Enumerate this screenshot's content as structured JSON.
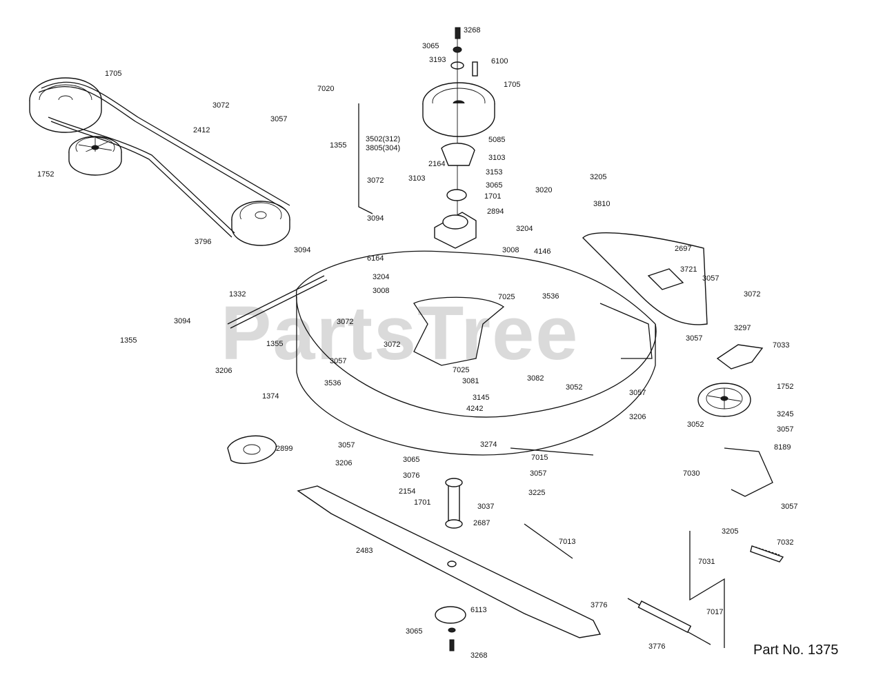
{
  "part_number": "Part No. 1375",
  "watermark": "PartsTree",
  "callouts": [
    {
      "id": "c01",
      "text": "3268"
    },
    {
      "id": "c02",
      "text": "3065"
    },
    {
      "id": "c03",
      "text": "3193"
    },
    {
      "id": "c04",
      "text": "6100"
    },
    {
      "id": "c05",
      "text": "1705"
    },
    {
      "id": "c06",
      "text": "1705"
    },
    {
      "id": "c07",
      "text": "7020"
    },
    {
      "id": "c08",
      "text": "3072"
    },
    {
      "id": "c09",
      "text": "3057"
    },
    {
      "id": "c10",
      "text": "2412"
    },
    {
      "id": "c11",
      "text": "1355"
    },
    {
      "id": "c12",
      "text": "1752"
    },
    {
      "id": "c13",
      "text": "3502(312)"
    },
    {
      "id": "c14",
      "text": "3805(304)"
    },
    {
      "id": "c15",
      "text": "5085"
    },
    {
      "id": "c16",
      "text": "3103"
    },
    {
      "id": "c17",
      "text": "2164"
    },
    {
      "id": "c18",
      "text": "3153"
    },
    {
      "id": "c19",
      "text": "3103"
    },
    {
      "id": "c20",
      "text": "3065"
    },
    {
      "id": "c21",
      "text": "1701"
    },
    {
      "id": "c22",
      "text": "3072"
    },
    {
      "id": "c23",
      "text": "2894"
    },
    {
      "id": "c24",
      "text": "3205"
    },
    {
      "id": "c25",
      "text": "3020"
    },
    {
      "id": "c26",
      "text": "3810"
    },
    {
      "id": "c27",
      "text": "3796"
    },
    {
      "id": "c28",
      "text": "3094"
    },
    {
      "id": "c29",
      "text": "3204"
    },
    {
      "id": "c30",
      "text": "3094"
    },
    {
      "id": "c31",
      "text": "6164"
    },
    {
      "id": "c32",
      "text": "3008"
    },
    {
      "id": "c33",
      "text": "4146"
    },
    {
      "id": "c34",
      "text": "2697"
    },
    {
      "id": "c35",
      "text": "3204"
    },
    {
      "id": "c36",
      "text": "3721"
    },
    {
      "id": "c37",
      "text": "3008"
    },
    {
      "id": "c38",
      "text": "7025"
    },
    {
      "id": "c39",
      "text": "3536"
    },
    {
      "id": "c40",
      "text": "3057"
    },
    {
      "id": "c41",
      "text": "1332"
    },
    {
      "id": "c42",
      "text": "3072"
    },
    {
      "id": "c43",
      "text": "3094"
    },
    {
      "id": "c44",
      "text": "3072"
    },
    {
      "id": "c45",
      "text": "1355"
    },
    {
      "id": "c46",
      "text": "3072"
    },
    {
      "id": "c47",
      "text": "3057"
    },
    {
      "id": "c48",
      "text": "1355"
    },
    {
      "id": "c49",
      "text": "3297"
    },
    {
      "id": "c50",
      "text": "3057"
    },
    {
      "id": "c51",
      "text": "7033"
    },
    {
      "id": "c52",
      "text": "3206"
    },
    {
      "id": "c53",
      "text": "7025"
    },
    {
      "id": "c54",
      "text": "3081"
    },
    {
      "id": "c55",
      "text": "3082"
    },
    {
      "id": "c56",
      "text": "3052"
    },
    {
      "id": "c57",
      "text": "1752"
    },
    {
      "id": "c58",
      "text": "3536"
    },
    {
      "id": "c59",
      "text": "3145"
    },
    {
      "id": "c60",
      "text": "3057"
    },
    {
      "id": "c61",
      "text": "1374"
    },
    {
      "id": "c62",
      "text": "4242"
    },
    {
      "id": "c63",
      "text": "3206"
    },
    {
      "id": "c64",
      "text": "3245"
    },
    {
      "id": "c65",
      "text": "3052"
    },
    {
      "id": "c66",
      "text": "3057"
    },
    {
      "id": "c67",
      "text": "3274"
    },
    {
      "id": "c68",
      "text": "8189"
    },
    {
      "id": "c69",
      "text": "2899"
    },
    {
      "id": "c70",
      "text": "3057"
    },
    {
      "id": "c71",
      "text": "3206"
    },
    {
      "id": "c72",
      "text": "3065"
    },
    {
      "id": "c73",
      "text": "7015"
    },
    {
      "id": "c74",
      "text": "7030"
    },
    {
      "id": "c75",
      "text": "3076"
    },
    {
      "id": "c76",
      "text": "3057"
    },
    {
      "id": "c77",
      "text": "2154"
    },
    {
      "id": "c78",
      "text": "3225"
    },
    {
      "id": "c79",
      "text": "1701"
    },
    {
      "id": "c80",
      "text": "3037"
    },
    {
      "id": "c81",
      "text": "3057"
    },
    {
      "id": "c82",
      "text": "2687"
    },
    {
      "id": "c83",
      "text": "3205"
    },
    {
      "id": "c84",
      "text": "7032"
    },
    {
      "id": "c85",
      "text": "7013"
    },
    {
      "id": "c86",
      "text": "2483"
    },
    {
      "id": "c87",
      "text": "7031"
    },
    {
      "id": "c88",
      "text": "6113"
    },
    {
      "id": "c89",
      "text": "3776"
    },
    {
      "id": "c90",
      "text": "7017"
    },
    {
      "id": "c91",
      "text": "3065"
    },
    {
      "id": "c92",
      "text": "3776"
    },
    {
      "id": "c93",
      "text": "3268"
    }
  ]
}
